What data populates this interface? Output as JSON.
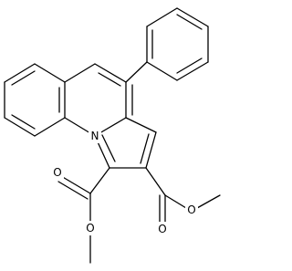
{
  "structure": {
    "atoms": {
      "ring_nitrogen": "N",
      "ester1_carbonyl_oxygen": "O",
      "ester1_ether_oxygen": "O",
      "ester2_carbonyl_oxygen": "O",
      "ester2_ether_oxygen": "O"
    },
    "colors": {
      "bond": "#000000",
      "background": "#ffffff",
      "label": "#000000"
    }
  }
}
